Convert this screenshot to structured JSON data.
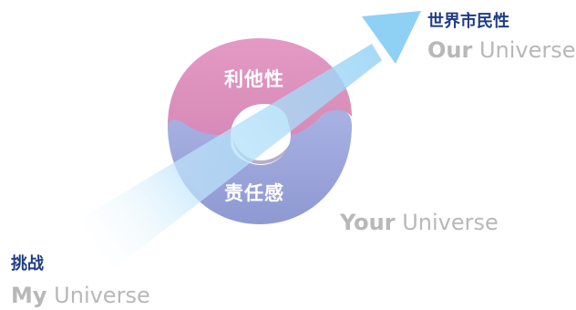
{
  "diagram": {
    "ring": {
      "top_label": "利他性",
      "bottom_label": "责任感",
      "top_color": "#db8ab8",
      "bottom_color": "#9aa4d8"
    },
    "arrow_color": "#8fd0f5",
    "arrow_icon": "arrow-up-right-icon"
  },
  "labels": {
    "our": {
      "cn": "世界市民性",
      "en_bold": "Our",
      "en_rest": " Universe"
    },
    "your": {
      "en_bold": "Your",
      "en_rest": " Universe"
    },
    "my": {
      "cn": "挑战",
      "en_bold": "My",
      "en_rest": " Universe"
    }
  },
  "colors": {
    "cn_text": "#1f3d86",
    "en_text": "#b8b8b8"
  }
}
